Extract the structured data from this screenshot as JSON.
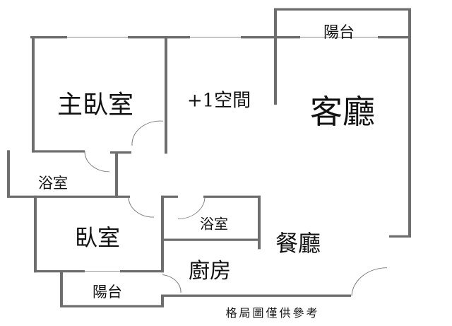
{
  "rooms": {
    "balcony_top": "陽台",
    "master_bedroom": "主臥室",
    "extra_space": "+1空間",
    "living_room": "客廳",
    "bathroom_1": "浴室",
    "bedroom": "臥室",
    "bathroom_2": "浴室",
    "dining_room": "餐廳",
    "kitchen": "廚房",
    "balcony_bottom": "陽台"
  },
  "footer_note": "格局圖僅供參考",
  "colors": {
    "wall": "#6e6e6e"
  }
}
